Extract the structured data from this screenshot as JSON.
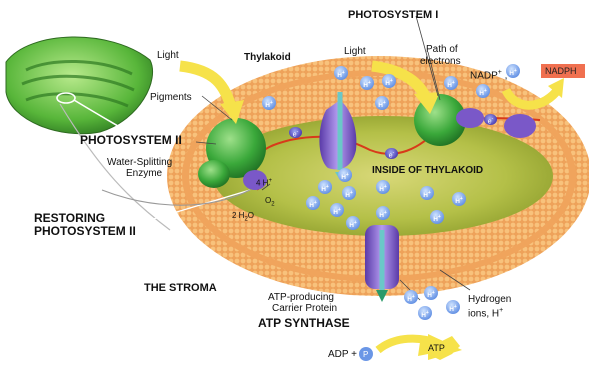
{
  "labels": {
    "photosystem_i": "PHOTOSYSTEM I",
    "light_left": "Light",
    "thylakoid": "Thylakoid",
    "light_right": "Light",
    "path_of_electrons_1": "Path of",
    "path_of_electrons_2": "electrons",
    "nadp_plus": "NADP",
    "nadph": "NADPH",
    "pigments": "Pigments",
    "photosystem_ii": "PHOTOSYSTEM II",
    "water_splitting_1": "Water-Splitting",
    "water_splitting_2": "Enzyme",
    "four_h_plus": "4 H",
    "o2": "O",
    "two_h2o": "2 H",
    "inside_of_thylakoid": "INSIDE OF THYLAKOID",
    "restoring_1": "RESTORING",
    "restoring_2": "PHOTOSYSTEM II",
    "the_stroma": "THE STROMA",
    "atp_carrier_1": "ATP-producing",
    "atp_carrier_2": "Carrier Protein",
    "atp_synthase": "ATP SYNTHASE",
    "hydrogen_ions_1": "Hydrogen",
    "hydrogen_ions_2": "ions, H",
    "adp_plus": "ADP +",
    "p": "P",
    "atp": "ATP",
    "h_ion": "H",
    "e_ion": "e"
  },
  "colors": {
    "membrane_orange": "#f0a45c",
    "membrane_head": "#f6c07c",
    "stroma_lumen": "#a8b83c",
    "photosystem_green": "#3aa83a",
    "protein_purple": "#8a6ad0",
    "electron_path": "#d83a1a",
    "arrow_yellow": "#f6e24a",
    "nadph_box": "#f07050",
    "h_ion_blue": "#6a96e6"
  }
}
